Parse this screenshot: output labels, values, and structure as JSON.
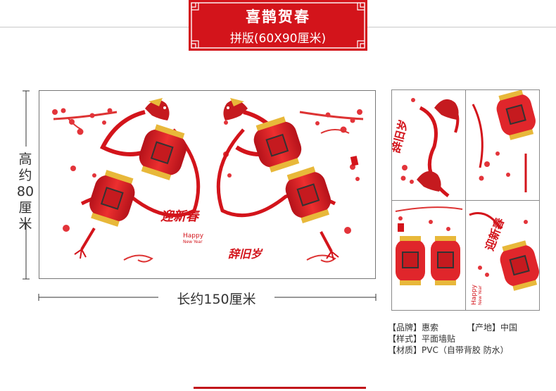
{
  "header": {
    "title": "喜鹊贺春",
    "subtitle": "拼版(60X90厘米)"
  },
  "main": {
    "height_label": "高约80厘米",
    "width_label": "长约150厘米",
    "welcome_text": "迎新春",
    "farewell_text": "辞旧岁",
    "happy_text": "Happy",
    "new_year_text": "New Year"
  },
  "tiles": {
    "welcome_text": "迎新春",
    "farewell_text": "辞旧岁",
    "happy_text": "Happy",
    "new_year_text": "New Year"
  },
  "specs": [
    {
      "label": "【品牌】",
      "value": "惠索"
    },
    {
      "label": "【产地】",
      "value": "中国"
    },
    {
      "label": "【样式】",
      "value": "平面墙贴"
    },
    {
      "label": "【材质】",
      "value": "PVC（自带背胶 防水）"
    }
  ],
  "colors": {
    "brand_red": "#d3141b",
    "lantern_red": "#e0262b",
    "gold": "#e8b83a"
  }
}
